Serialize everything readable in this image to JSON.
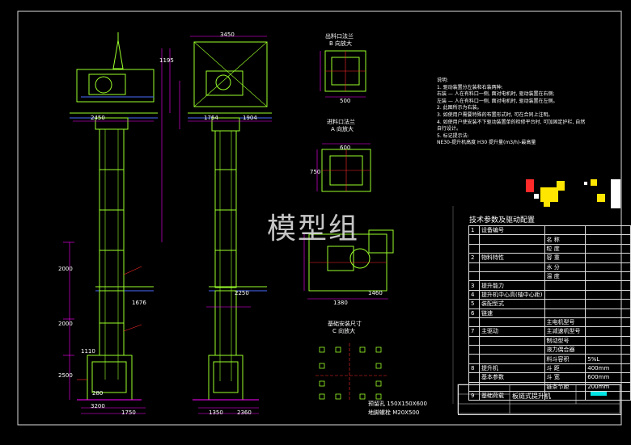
{
  "watermark": "模型组",
  "views": {
    "top_view1": "出料口法兰",
    "top_view1_sub": "B 向放大",
    "top_view2": "进料口法兰",
    "top_view2_sub": "A 向放大",
    "foundation": "基础安装尺寸",
    "foundation_sub": "C 向放大"
  },
  "dims": {
    "d3450": "3450",
    "d2450": "2450",
    "d1764": "1764",
    "d1904": "1904",
    "d1676": "1676",
    "d2250": "2250",
    "d1460": "1460",
    "d1380": "1380",
    "d1350": "1350",
    "d1750": "1750",
    "d2360": "2360",
    "d1110": "1110",
    "d1195": "1195",
    "d2000a": "2000",
    "d2000b": "2000",
    "d2500": "2500",
    "d3200": "3200",
    "d500": "500",
    "d600": "600",
    "d750": "750",
    "d280": "280"
  },
  "foundation_notes": {
    "hole": "预留孔 150X150X600",
    "bolt": "地脚螺栓 M20X500"
  },
  "notes": {
    "title": "说明:",
    "lines": [
      "1. 驱动装置分左装和右装两种:",
      "   右装 — 人在有料口一侧, 面对电机时, 驱动装置在右侧;",
      "   左装 — 人在有料口一侧, 面对电机时, 驱动装置在左侧。",
      "2. 此图所示为右装。",
      "3. 如使用户需要特殊的布置形式时, 可在合同上注明。",
      "4. 如使用户使安装不下驱动装置单的检修平台时, 可加固定护栏, 自然",
      "   自行设计。",
      "5. 标记提示法:",
      "   NE30-提升机高度 H30 提升量(m3/h)-最高量"
    ]
  },
  "params": {
    "title": "技术参数及驱动配置",
    "rows": [
      {
        "no": "1",
        "label": "设备编号",
        "sub": "",
        "val": ""
      },
      {
        "no": "",
        "label": "",
        "sub": "名  称",
        "val": ""
      },
      {
        "no": "",
        "label": "",
        "sub": "粒  度",
        "val": ""
      },
      {
        "no": "2",
        "label": "物料特性",
        "sub": "容  重",
        "val": ""
      },
      {
        "no": "",
        "label": "",
        "sub": "水  分",
        "val": ""
      },
      {
        "no": "",
        "label": "",
        "sub": "温  度",
        "val": ""
      },
      {
        "no": "3",
        "label": "提升能力",
        "sub": "",
        "val": ""
      },
      {
        "no": "4",
        "label": "提升机中心高(轴中心距)",
        "sub": "",
        "val": ""
      },
      {
        "no": "5",
        "label": "装配型式",
        "sub": "",
        "val": ""
      },
      {
        "no": "6",
        "label": "链速",
        "sub": "",
        "val": ""
      },
      {
        "no": "",
        "label": "",
        "sub": "主电机型号",
        "val": ""
      },
      {
        "no": "7",
        "label": "主驱动",
        "sub": "主减速机型号",
        "val": ""
      },
      {
        "no": "",
        "label": "",
        "sub": "制动型号",
        "val": ""
      },
      {
        "no": "",
        "label": "",
        "sub": "液力偶合器",
        "val": ""
      },
      {
        "no": "",
        "label": "",
        "sub": "料斗容积",
        "val": "5%L"
      },
      {
        "no": "8",
        "label": "提升机",
        "sub": "斗  距",
        "val": "400mm"
      },
      {
        "no": "",
        "label": "基本参数",
        "sub": "斗  宽",
        "val": "600mm"
      },
      {
        "no": "",
        "label": "",
        "sub": "链条节距",
        "val": "200mm"
      },
      {
        "no": "9",
        "label": "基础荷载",
        "sub": "",
        "val": ""
      }
    ]
  },
  "title_block": {
    "name": "板链式提升机"
  },
  "colors": {
    "green": "#9aff2a",
    "blue": "#4a6bff",
    "magenta": "#ff00ff",
    "cyan": "#00e5e5",
    "red": "#ff2b2b",
    "yellow": "#ffe600",
    "white": "#ffffff"
  }
}
